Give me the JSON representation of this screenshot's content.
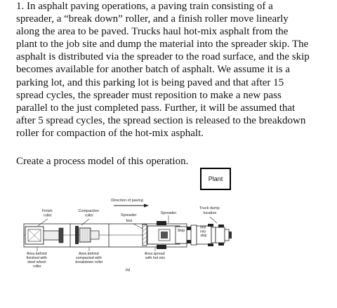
{
  "problem": {
    "lines": [
      "1. In asphalt paving operations, a paving train consisting of a",
      "spreader, a “break down” roller, and a finish roller move linearly",
      "along the area to be paved. Trucks haul hot-mix asphalt from the",
      "plant to the job site and dump the material into the spreader skip. The",
      "asphalt is distributed via the spreader to the road surface, and the skip",
      "becomes available for another batch of asphalt. We assume it is a",
      "parking lot, and this parking lot is being paved and that after 15",
      "spread cycles, the spreader must reposition to make a new pass",
      "parallel to the just completed pass. Further, it will be assumed that",
      "after 5 spread cycles, the spread section is released to the breakdown",
      "roller for compaction of the hot-mix asphalt."
    ],
    "prompt": "Create a process model of this operation."
  },
  "diagram_node": {
    "label": "Plant"
  },
  "figure": {
    "direction": "Direction of paving",
    "finish_roller": [
      "Finish",
      "roller"
    ],
    "compaction_roller": [
      "Compaction",
      "roller"
    ],
    "spreader_box": [
      "Spreader",
      "box"
    ],
    "spreader": "Spreader",
    "truck_dump": [
      "Truck dump",
      "location"
    ],
    "skip": "Skip",
    "mat_into_skip": [
      "Mat",
      "into",
      "skip"
    ],
    "area_finished": [
      "Area behind",
      "finished with",
      "steel wheel",
      "roller"
    ],
    "area_compacted": [
      "Area behind",
      "compacted with",
      "breakdown roller"
    ],
    "area_spread": [
      "Area spread",
      "with hot mix"
    ],
    "caption": "(a)"
  }
}
